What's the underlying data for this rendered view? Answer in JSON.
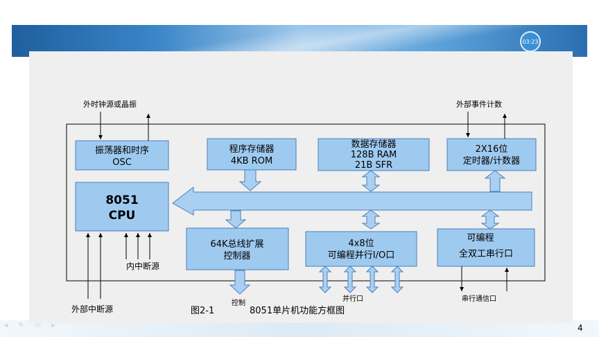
{
  "player": {
    "timer": "03:23",
    "page_number": "4"
  },
  "diagram": {
    "labels": {
      "osc_input": "外时钟源或晶振",
      "event_input": "外部事件计数",
      "internal_interrupt": "内中断源",
      "external_interrupt": "外部中断源",
      "control_output": "控制",
      "parallel_port": "并行口",
      "serial_port": "串行通信口"
    },
    "blocks": {
      "osc": [
        "振荡器和时序",
        "OSC"
      ],
      "program_memory": [
        "程序存储器",
        "4KB ROM"
      ],
      "data_memory": [
        "数据存储器",
        "128B RAM",
        "21B SFR"
      ],
      "timer": [
        "2X16位",
        "定时器/计数器"
      ],
      "cpu": [
        "8051",
        "CPU"
      ],
      "bus_controller": [
        "64K总线扩展",
        "控制器"
      ],
      "parallel_io": [
        "4x8位",
        "可编程并行I/O口"
      ],
      "serial": [
        "可编程",
        "全双工串行口"
      ]
    },
    "caption": {
      "figure_no": "图2-1",
      "title": "8051单片机功能方框图"
    }
  },
  "colors": {
    "block_fill": "#9fcaf0",
    "block_stroke": "#4a7fb8",
    "arrow_fill": "#a9d0f2",
    "arrow_stroke": "#4a7fb8"
  }
}
